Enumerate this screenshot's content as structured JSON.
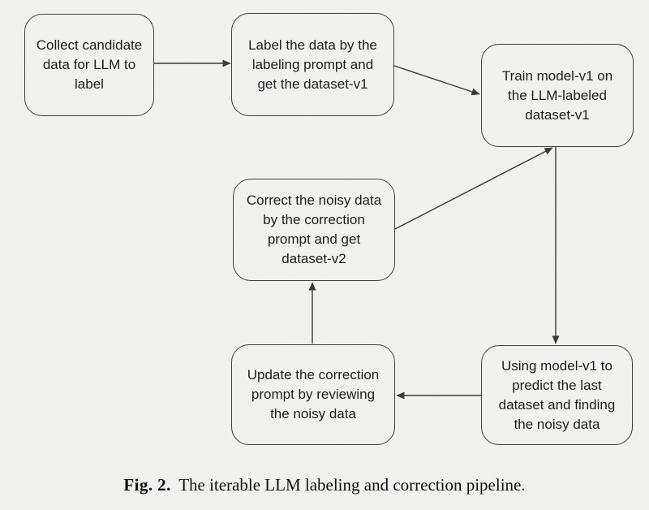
{
  "diagram": {
    "title_implicit": "LLM labeling and correction pipeline flowchart",
    "colors": {
      "background": "#f2f2f0",
      "line": "#3a3a3a",
      "box_border": "#3f3f3f",
      "text": "#1e1e1e"
    },
    "nodes": {
      "collect": {
        "label": "Collect candidate\ndata for LLM to\nlabel"
      },
      "label_data": {
        "label": "Label the data by the\nlabeling prompt and\nget the dataset-v1"
      },
      "train": {
        "label": "Train model-v1 on\nthe LLM-labeled\ndataset-v1"
      },
      "correct": {
        "label": "Correct the noisy data\nby the correction\nprompt and get\ndataset-v2"
      },
      "update_prompt": {
        "label": "Update the correction\nprompt by reviewing\nthe noisy data"
      },
      "predict": {
        "label": "Using model-v1 to\npredict the last\ndataset and finding\nthe noisy data"
      }
    },
    "edges": [
      {
        "from": "collect",
        "to": "label_data",
        "direction": "right"
      },
      {
        "from": "label_data",
        "to": "train",
        "direction": "down-right"
      },
      {
        "from": "train",
        "to": "predict",
        "direction": "down"
      },
      {
        "from": "predict",
        "to": "update_prompt",
        "direction": "left"
      },
      {
        "from": "update_prompt",
        "to": "correct",
        "direction": "up"
      },
      {
        "from": "correct",
        "to": "train",
        "direction": "up-right"
      }
    ]
  },
  "caption": {
    "fig_label": "Fig. 2.",
    "text": "The iterable LLM labeling and correction pipeline."
  }
}
